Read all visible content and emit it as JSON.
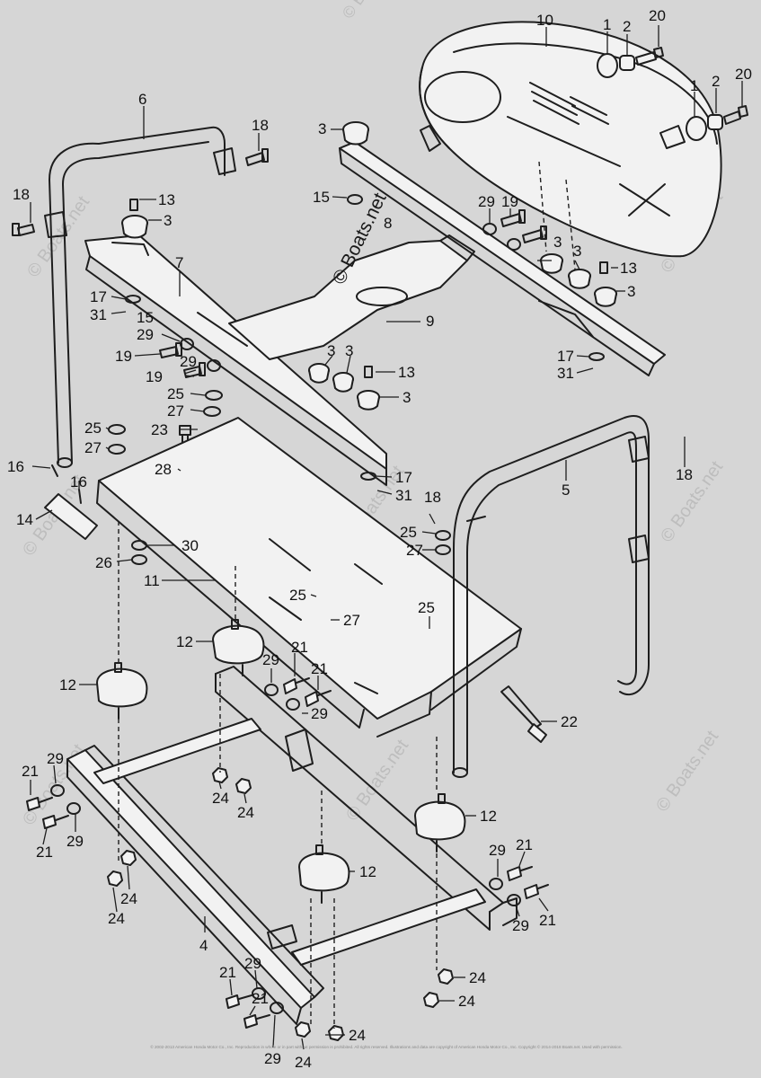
{
  "diagram": {
    "watermark_main": "© Boats.net",
    "watermark_repeat": "© Boats.net",
    "copyright": "© 2002-2013 American Honda Motor Co., Inc. Reproduction in whole or in part without permission is prohibited. All rights reserved. Illustrations and data are copyright of American Honda Motor Co., Inc. Copyright © 2014-2018 Boats.net. Used with permission.",
    "callouts": [
      {
        "id": "c10",
        "label": "10"
      },
      {
        "id": "c1a",
        "label": "1"
      },
      {
        "id": "c2a",
        "label": "2"
      },
      {
        "id": "c20a",
        "label": "20"
      },
      {
        "id": "c1b",
        "label": "1"
      },
      {
        "id": "c2b",
        "label": "2"
      },
      {
        "id": "c20b",
        "label": "20"
      },
      {
        "id": "c6",
        "label": "6"
      },
      {
        "id": "c18a",
        "label": "18"
      },
      {
        "id": "c3a",
        "label": "3"
      },
      {
        "id": "c18b",
        "label": "18"
      },
      {
        "id": "c13a",
        "label": "13"
      },
      {
        "id": "c3b",
        "label": "3"
      },
      {
        "id": "c15a",
        "label": "15"
      },
      {
        "id": "c8",
        "label": "8"
      },
      {
        "id": "c29a",
        "label": "29"
      },
      {
        "id": "c19a",
        "label": "19"
      },
      {
        "id": "c3c",
        "label": "3"
      },
      {
        "id": "c3d",
        "label": "3"
      },
      {
        "id": "c13b",
        "label": "13"
      },
      {
        "id": "c3e",
        "label": "3"
      },
      {
        "id": "c7",
        "label": "7"
      },
      {
        "id": "c17a",
        "label": "17"
      },
      {
        "id": "c31a",
        "label": "31"
      },
      {
        "id": "c15b",
        "label": "15"
      },
      {
        "id": "c9",
        "label": "9"
      },
      {
        "id": "c29b",
        "label": "29"
      },
      {
        "id": "c19b",
        "label": "19"
      },
      {
        "id": "c29c",
        "label": "29"
      },
      {
        "id": "c19c",
        "label": "19"
      },
      {
        "id": "c3f",
        "label": "3"
      },
      {
        "id": "c3g",
        "label": "3"
      },
      {
        "id": "c13c",
        "label": "13"
      },
      {
        "id": "c17b",
        "label": "17"
      },
      {
        "id": "c31b",
        "label": "31"
      },
      {
        "id": "c25a",
        "label": "25"
      },
      {
        "id": "c27a",
        "label": "27"
      },
      {
        "id": "c3h",
        "label": "3"
      },
      {
        "id": "c25b",
        "label": "25"
      },
      {
        "id": "c27b",
        "label": "27"
      },
      {
        "id": "c23",
        "label": "23"
      },
      {
        "id": "c18c",
        "label": "18"
      },
      {
        "id": "c16a",
        "label": "16"
      },
      {
        "id": "c28",
        "label": "28"
      },
      {
        "id": "c5",
        "label": "5"
      },
      {
        "id": "c16b",
        "label": "16"
      },
      {
        "id": "c17c",
        "label": "17"
      },
      {
        "id": "c31c",
        "label": "31"
      },
      {
        "id": "c14",
        "label": "14"
      },
      {
        "id": "c18d",
        "label": "18"
      },
      {
        "id": "c25c",
        "label": "25"
      },
      {
        "id": "c27c",
        "label": "27"
      },
      {
        "id": "c30",
        "label": "30"
      },
      {
        "id": "c26",
        "label": "26"
      },
      {
        "id": "c11",
        "label": "11"
      },
      {
        "id": "c25d",
        "label": "25"
      },
      {
        "id": "c27d",
        "label": "27"
      },
      {
        "id": "c25e",
        "label": "25"
      },
      {
        "id": "c12a",
        "label": "12"
      },
      {
        "id": "c29d",
        "label": "29"
      },
      {
        "id": "c21a",
        "label": "21"
      },
      {
        "id": "c21b",
        "label": "21"
      },
      {
        "id": "c12b",
        "label": "12"
      },
      {
        "id": "c29e",
        "label": "29"
      },
      {
        "id": "c22",
        "label": "22"
      },
      {
        "id": "c21c",
        "label": "21"
      },
      {
        "id": "c29f",
        "label": "29"
      },
      {
        "id": "c24a",
        "label": "24"
      },
      {
        "id": "c24b",
        "label": "24"
      },
      {
        "id": "c12c",
        "label": "12"
      },
      {
        "id": "c21d",
        "label": "21"
      },
      {
        "id": "c29g",
        "label": "29"
      },
      {
        "id": "c29h",
        "label": "29"
      },
      {
        "id": "c21e",
        "label": "21"
      },
      {
        "id": "c12d",
        "label": "12"
      },
      {
        "id": "c24c",
        "label": "24"
      },
      {
        "id": "c24d",
        "label": "24"
      },
      {
        "id": "c29i",
        "label": "29"
      },
      {
        "id": "c21f",
        "label": "21"
      },
      {
        "id": "c4",
        "label": "4"
      },
      {
        "id": "c21g",
        "label": "21"
      },
      {
        "id": "c29j",
        "label": "29"
      },
      {
        "id": "c24e",
        "label": "24"
      },
      {
        "id": "c21h",
        "label": "21"
      },
      {
        "id": "c24f",
        "label": "24"
      },
      {
        "id": "c24g",
        "label": "24"
      },
      {
        "id": "c29k",
        "label": "29"
      },
      {
        "id": "c24h",
        "label": "24"
      }
    ]
  }
}
